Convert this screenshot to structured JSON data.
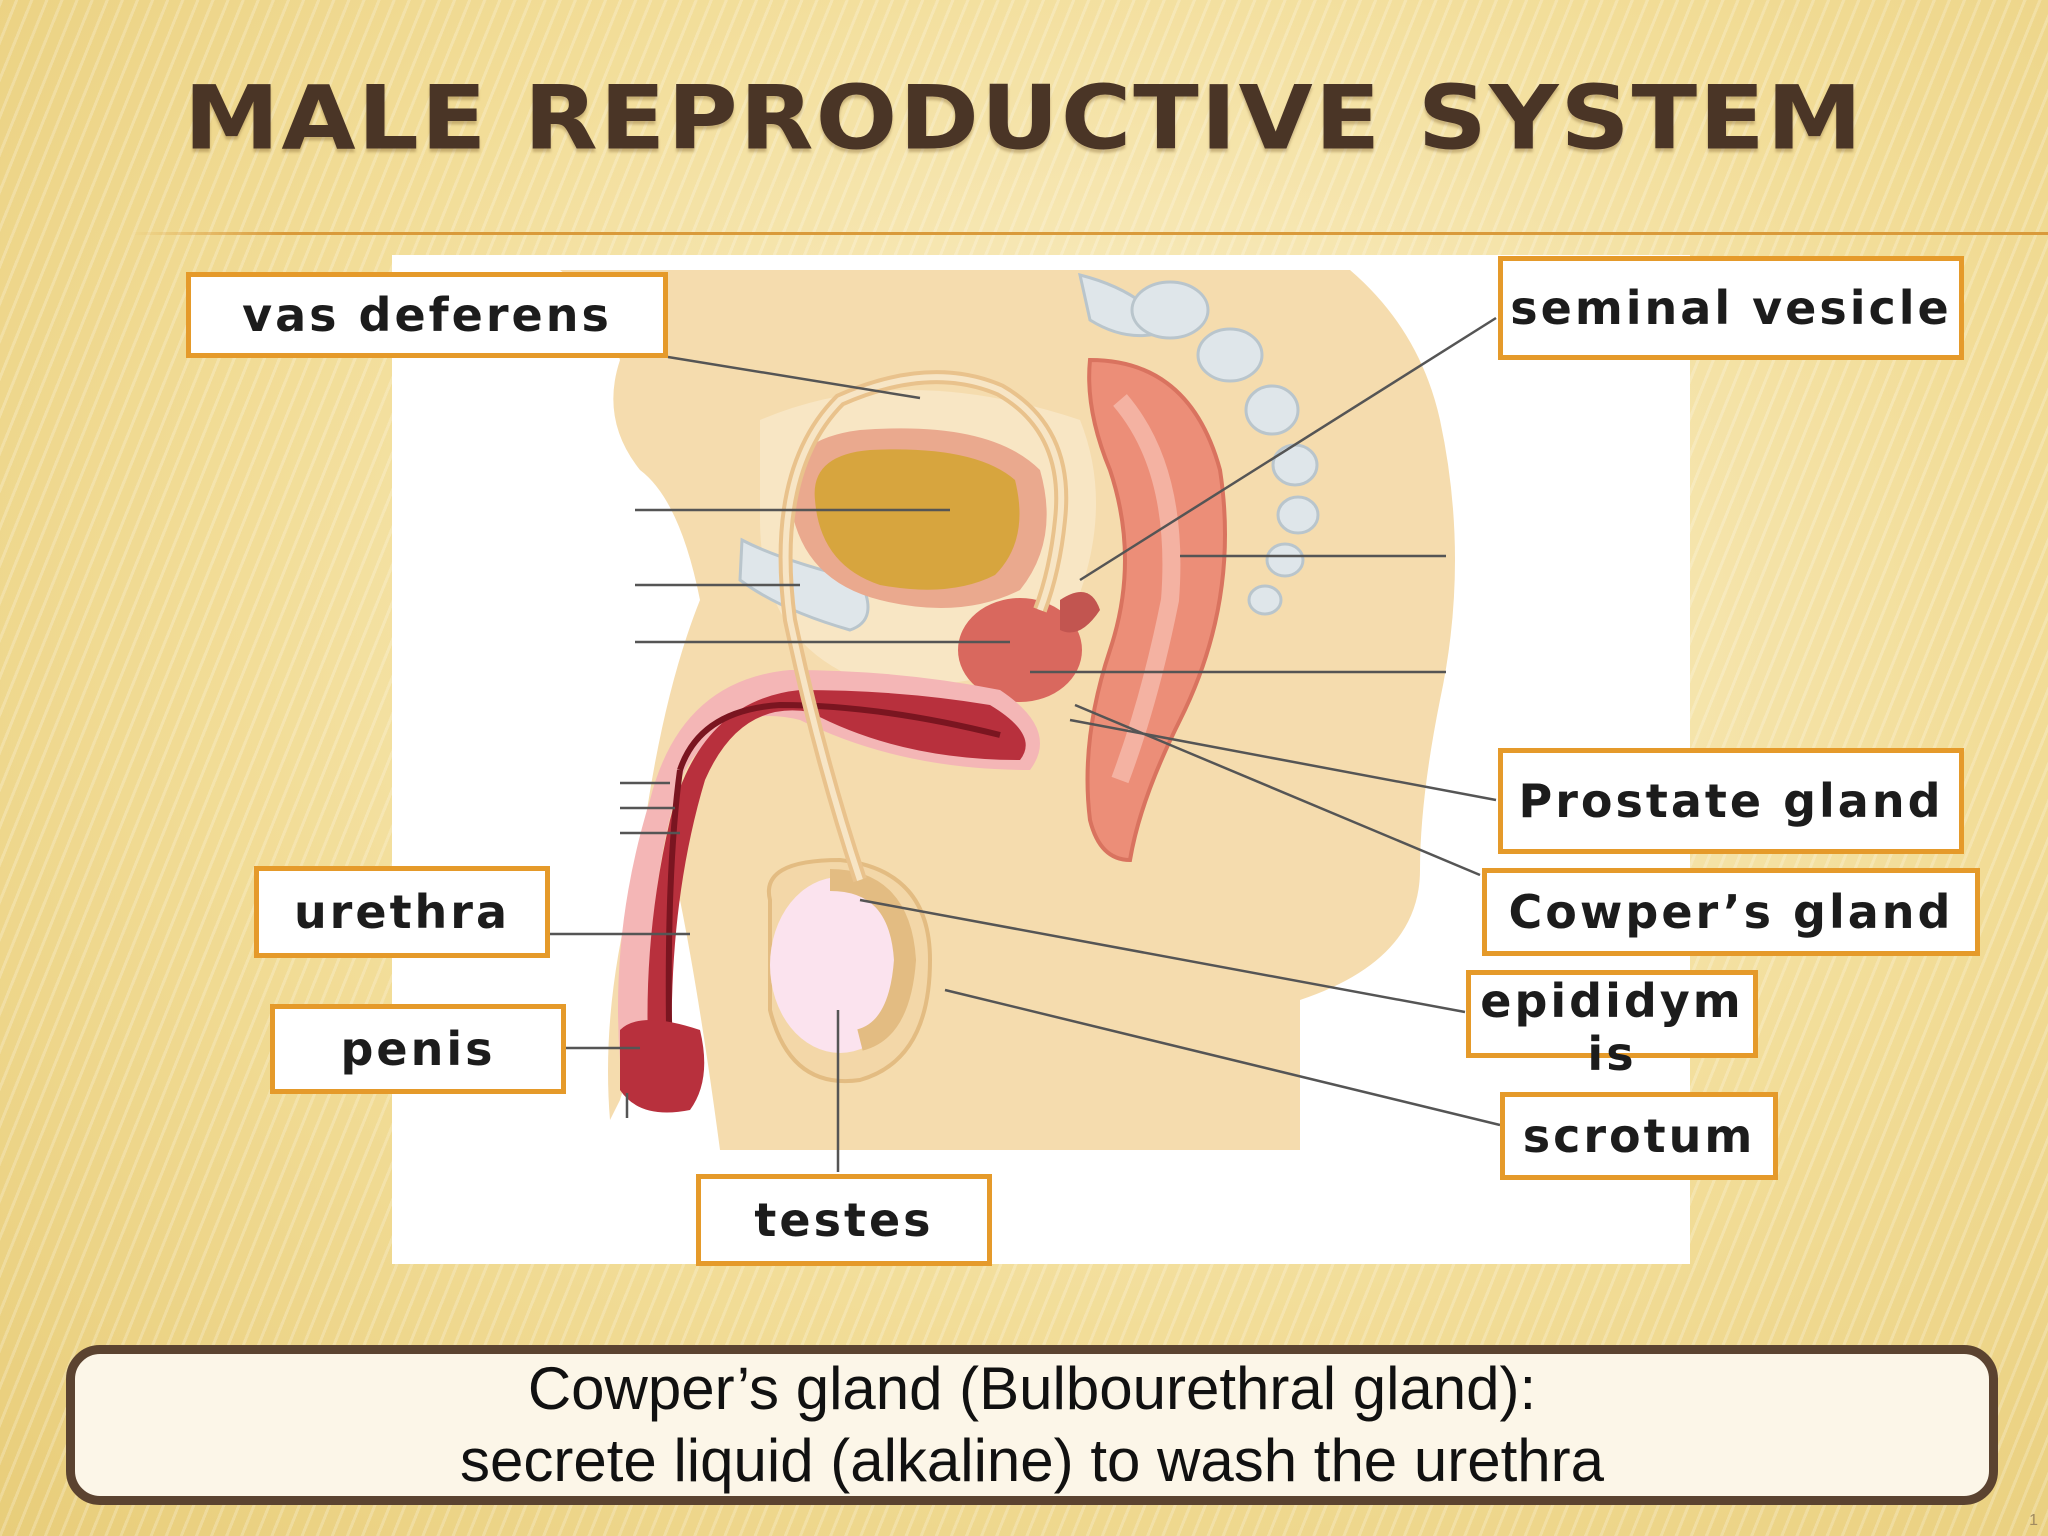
{
  "slide": {
    "title": "MALE REPRODUCTIVE SYSTEM",
    "page_number": "1"
  },
  "labels": {
    "vas_deferens": "vas deferens",
    "seminal_vesicle": "seminal vesicle",
    "prostate_gland": "Prostate gland",
    "cowpers_gland": "Cowper’s gland",
    "epididymis": "epididymis",
    "scrotum": "scrotum",
    "urethra": "urethra",
    "penis": "penis",
    "testes": "testes"
  },
  "caption": {
    "line1": "Cowper’s gland (Bulbourethral gland):",
    "line2": "secrete liquid (alkaline) to wash the urethra"
  },
  "colors": {
    "label_border": "#e59a2a",
    "caption_border": "#5b4330",
    "title": "#4a3526"
  }
}
